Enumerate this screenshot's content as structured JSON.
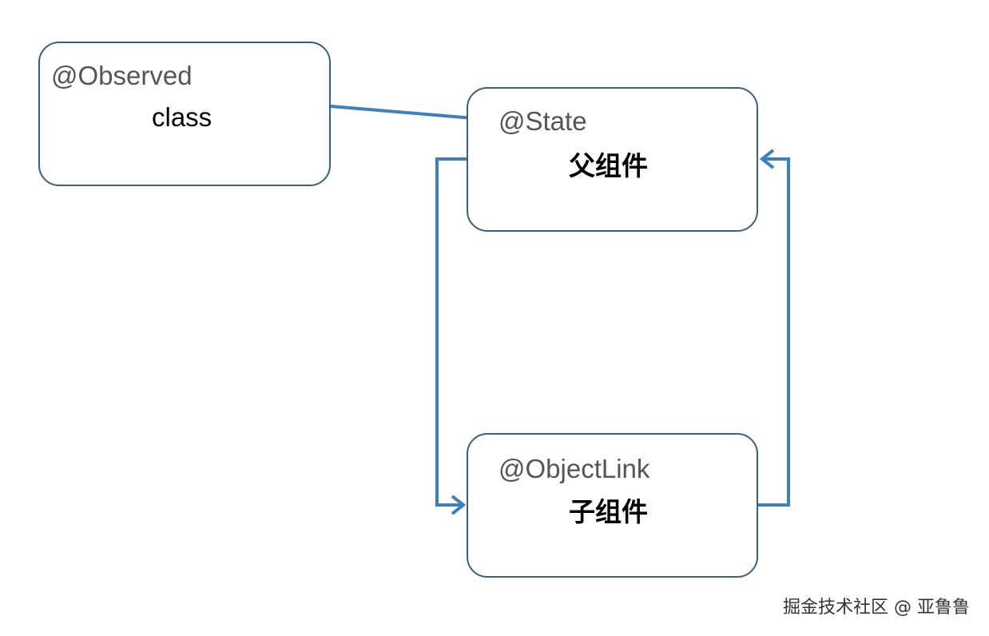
{
  "nodes": {
    "observed": {
      "decorator": "@Observed",
      "label": "class"
    },
    "state": {
      "decorator": "@State",
      "label": "父组件"
    },
    "objectlink": {
      "decorator": "@ObjectLink",
      "label": "子组件"
    }
  },
  "edges": [
    {
      "from": "observed",
      "to": "state"
    },
    {
      "from": "state",
      "to": "objectlink"
    },
    {
      "from": "objectlink",
      "to": "state"
    }
  ],
  "watermark": {
    "text": "掘金技术社区 @ 亚鲁鲁"
  },
  "colors": {
    "edge": "#3d7fbf",
    "node_border": "#3a5f82"
  }
}
